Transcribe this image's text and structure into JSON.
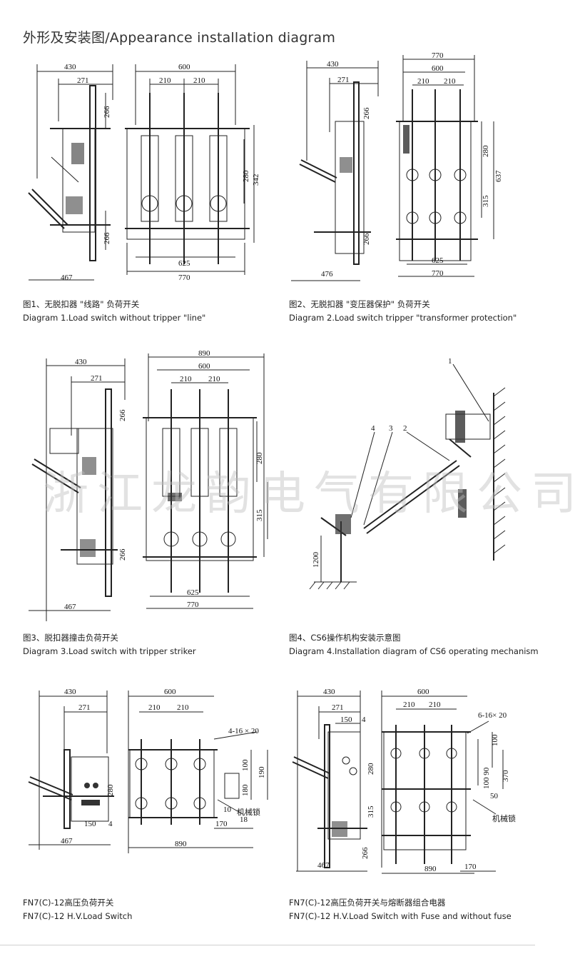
{
  "page": {
    "title": "外形及安装图/Appearance installation diagram",
    "watermark": "浙江龙韵电气有限公司"
  },
  "diagrams": [
    {
      "caption_cn": "图1、无脱扣器 \"线路\" 负荷开关",
      "caption_en": "Diagram 1.Load switch without tripper \"line\"",
      "dims": {
        "d430": "430",
        "d271": "271",
        "d266a": "266",
        "d266b": "266",
        "d467": "467",
        "d600": "600",
        "d210a": "210",
        "d210b": "210",
        "d280": "280",
        "d342": "342",
        "d625": "625",
        "d770": "770"
      }
    },
    {
      "caption_cn": "图2、无脱扣器 \"变压器保护\" 负荷开关",
      "caption_en": "Diagram 2.Load switch tripper \"transformer protection\"",
      "dims": {
        "d430": "430",
        "d271": "271",
        "d266a": "266",
        "d266b": "266",
        "d476": "476",
        "d770top": "770",
        "d600": "600",
        "d210a": "210",
        "d210b": "210",
        "d280": "280",
        "d637": "637",
        "d315": "315",
        "d625": "625",
        "d770": "770"
      }
    },
    {
      "caption_cn": "图3、脱扣器撞击负荷开关",
      "caption_en": "Diagram 3.Load switch with tripper striker",
      "dims": {
        "d430": "430",
        "d271": "271",
        "d266a": "266",
        "d266b": "266",
        "d467": "467",
        "d890": "890",
        "d600": "600",
        "d210a": "210",
        "d210b": "210",
        "d280": "280",
        "d315": "315",
        "d625": "625",
        "d770": "770"
      }
    },
    {
      "caption_cn": "图4、CS6操作机构安装示意图",
      "caption_en": "Diagram 4.Installation diagram of CS6 operating mechanism",
      "labels": {
        "l1": "1",
        "l2": "2",
        "l3": "3",
        "l4": "4",
        "d1200": "1200"
      }
    },
    {
      "caption_cn": "FN7(C)-12高压负荷开关",
      "caption_en": "FN7(C)-12 H.V.Load Switch",
      "dims": {
        "d430": "430",
        "d271": "271",
        "d600": "600",
        "d210a": "210",
        "d210b": "210",
        "holes": "4-16 × 20",
        "d100": "100",
        "d190": "190",
        "d280": "280",
        "d180": "180",
        "d10": "10",
        "d18": "18",
        "d150": "150",
        "d4": "4",
        "d170": "170",
        "d467": "467",
        "d890": "890",
        "lock": "机械锁"
      }
    },
    {
      "caption_cn": "FN7(C)-12高压负荷开关与熔断器组合电器",
      "caption_en": "FN7(C)-12 H.V.Load Switch with Fuse and without fuse",
      "dims": {
        "d430": "430",
        "d271": "271",
        "d150": "150",
        "d4": "4",
        "d600": "600",
        "d210a": "210",
        "d210b": "210",
        "holes": "6-16× 20",
        "d100": "100",
        "d280": "280",
        "d10090": "100 90",
        "d370": "370",
        "d315": "315",
        "d50": "50",
        "d266": "266",
        "d170": "170",
        "d467": "467",
        "d890": "890",
        "lock": "机械锁"
      }
    }
  ]
}
